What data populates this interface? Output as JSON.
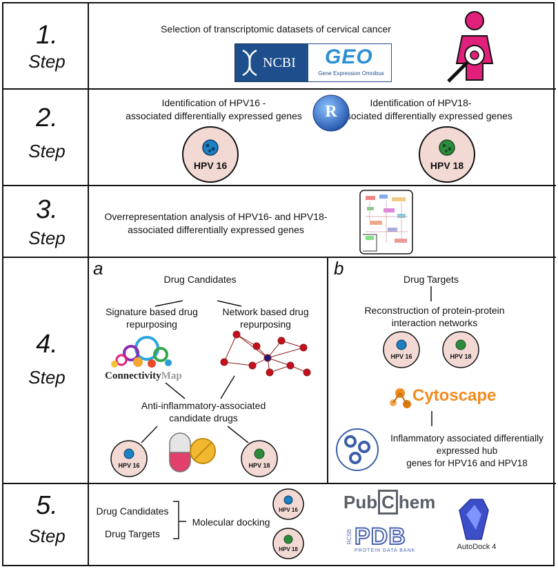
{
  "steps": [
    {
      "number": "1.",
      "word": "Step"
    },
    {
      "number": "2.",
      "word": "Step"
    },
    {
      "number": "3.",
      "word": "Step"
    },
    {
      "number": "4.",
      "word": "Step"
    },
    {
      "number": "5.",
      "word": "Step"
    }
  ],
  "step1": {
    "text": "Selection of transcriptomic datasets of cervical cancer",
    "ncbi_logo": "NCBI",
    "geo_logo": "GEO",
    "geo_caption": "Gene Expression Omnibus",
    "icon": "pregnant-woman-icon"
  },
  "step2": {
    "left_text_1": "Identification of HPV16 -",
    "left_text_2": "associated differentially expressed genes",
    "right_text_1": "Identification of HPV18-",
    "right_text_2": "associated differentially expressed genes",
    "r_logo": "R",
    "hpv16": "HPV 16",
    "hpv18": "HPV 18"
  },
  "step3": {
    "text_1": "Overrepresentation analysis of HPV16- and HPV18-",
    "text_2": "associated differentially expressed genes",
    "icon": "pathway-map-icon"
  },
  "step4": {
    "a_label": "a",
    "b_label": "b",
    "drug_candidates": "Drug Candidates",
    "signature_1": "Signature based drug",
    "signature_2": "repurposing",
    "network_1": "Network based drug",
    "network_2": "repurposing",
    "cmap_1": "Connectivity",
    "cmap_2": "Map",
    "anti_1": "Anti-inflammatory-associated",
    "anti_2": "candidate drugs",
    "hpv16": "HPV 16",
    "hpv18": "HPV 18",
    "drug_targets": "Drug Targets",
    "recon_1": "Reconstruction of protein-protein",
    "recon_2": "interaction networks",
    "cytoscape": "Cytoscape",
    "infl_1": "Inflammatory associated differentially",
    "infl_2": "expressed hub",
    "infl_3": "genes for HPV16 and HPV18"
  },
  "step5": {
    "drug_candidates": "Drug Candidates",
    "drug_targets": "Drug Targets",
    "docking": "Molecular docking",
    "hpv16": "HPV 16",
    "hpv18": "HPV 18",
    "pubchem_1": "Pub",
    "pubchem_2": "C",
    "pubchem_3": "hem",
    "pdb": "PDB",
    "rcsb": "RCSB",
    "pdb_caption": "PROTEIN DATA BANK",
    "autodock": "AutoDock 4"
  },
  "colors": {
    "circle_fill": "#f2d9d4",
    "virus_blue": "#1e7fc1",
    "virus_green": "#2e8b3e",
    "magenta": "#e0207a",
    "network_red": "#c4101c",
    "network_hub": "#1d1a7a",
    "cytoscape_orange": "#f28b1e",
    "autodock_blue": "#3c4fc8"
  }
}
